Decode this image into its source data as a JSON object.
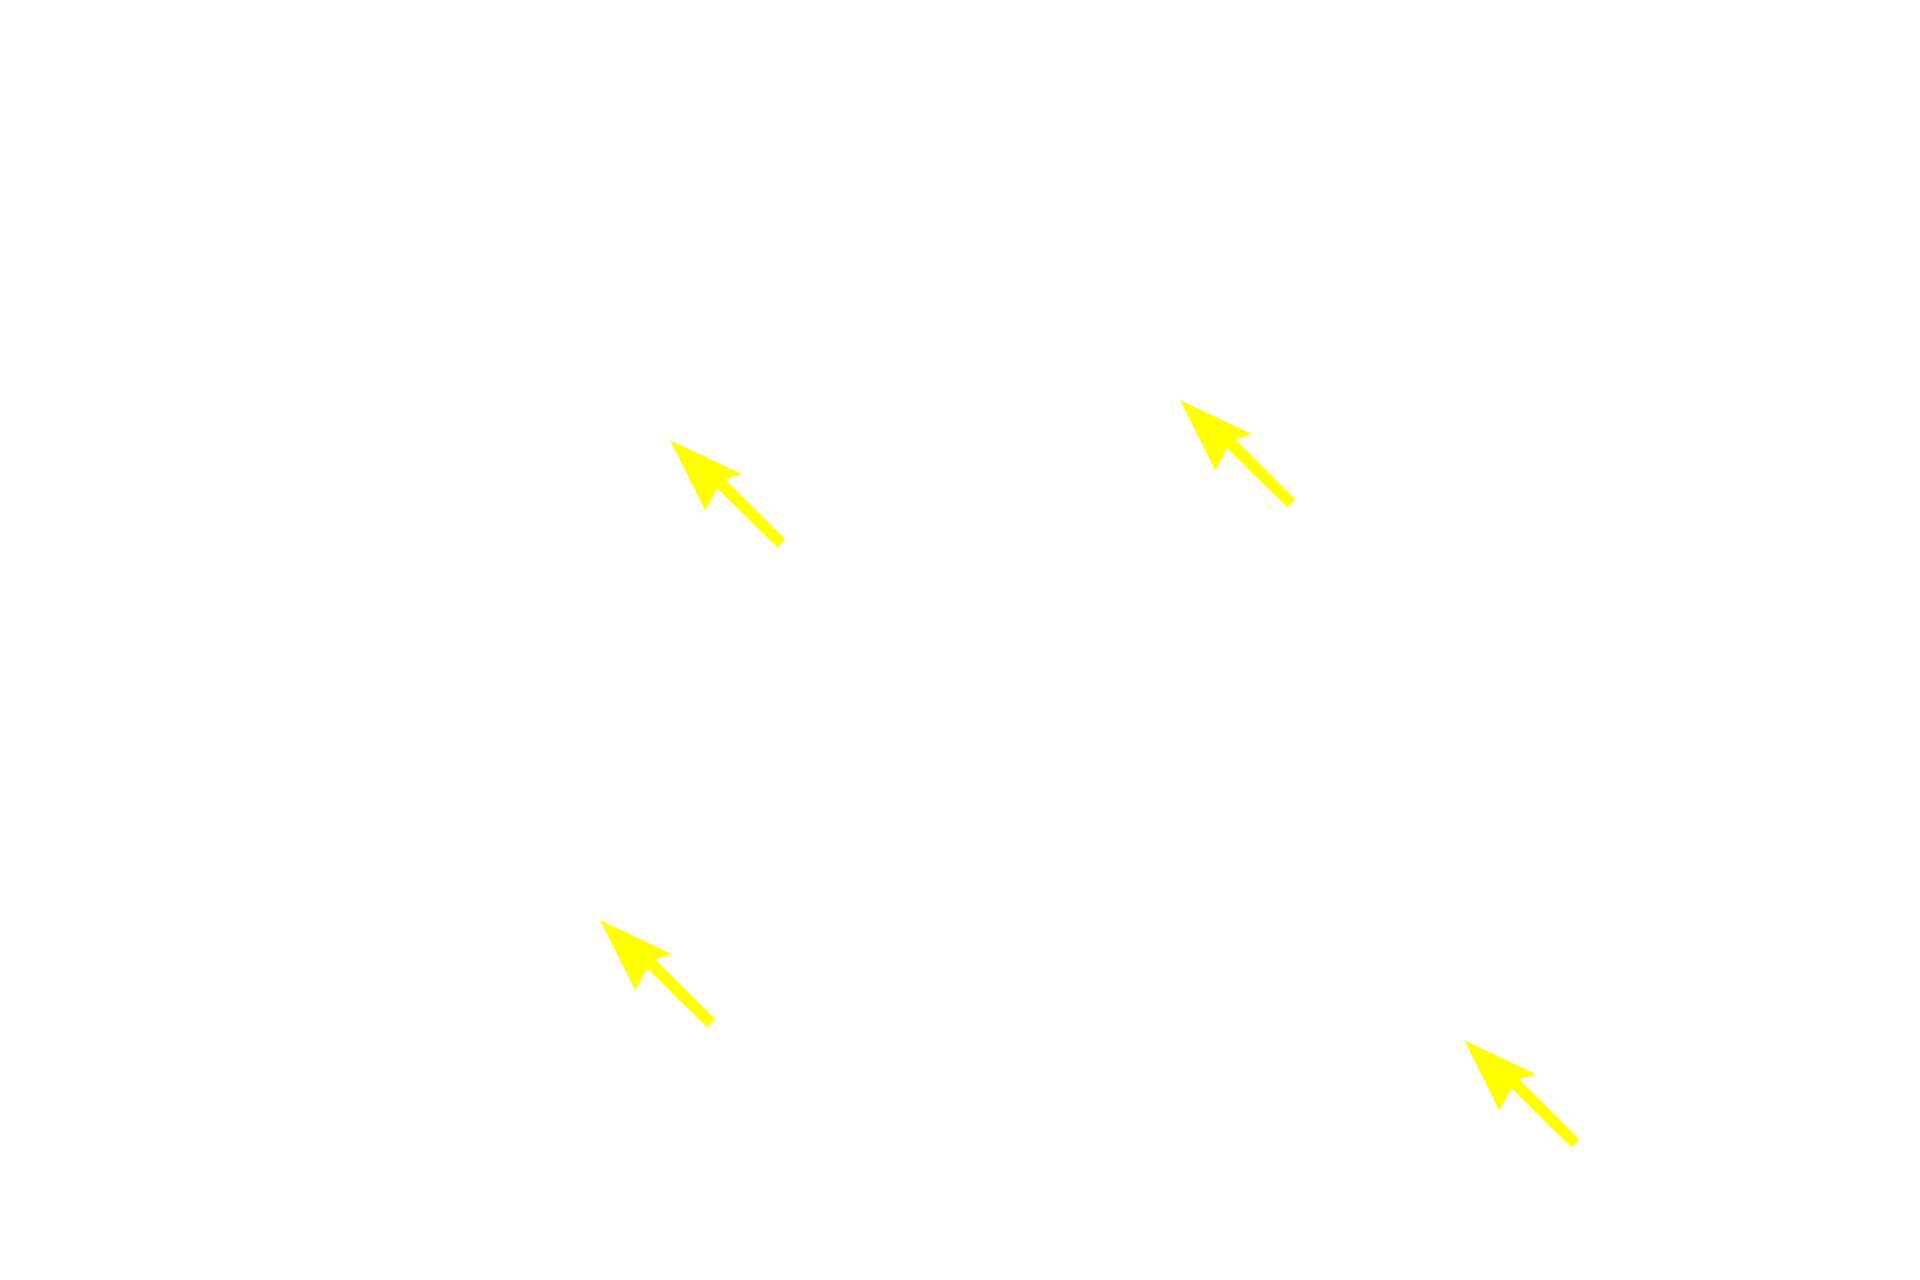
{
  "canvas": {
    "background": "#ffffff"
  },
  "annotations": {
    "arrow_color": "#ffff00",
    "arrows": [
      {
        "icon": "arrow-up-left-icon",
        "direction": "up-left"
      },
      {
        "icon": "arrow-up-left-icon",
        "direction": "up-left"
      },
      {
        "icon": "arrow-up-left-icon",
        "direction": "up-left"
      },
      {
        "icon": "arrow-up-left-icon",
        "direction": "up-left"
      }
    ]
  }
}
